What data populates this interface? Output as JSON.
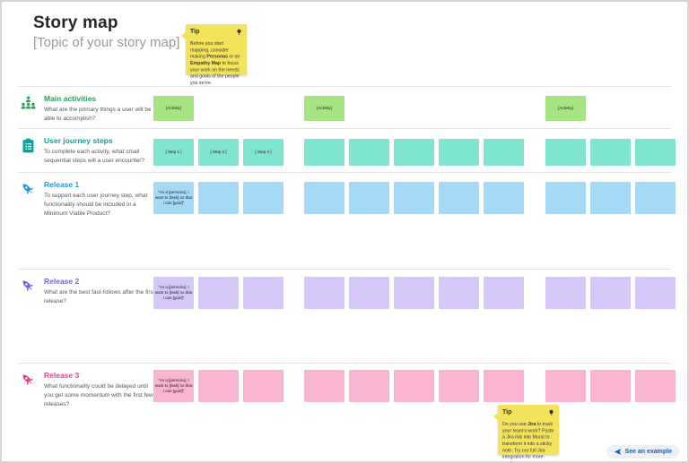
{
  "page": {
    "title": "Story map",
    "subtitle": "[Topic of your story map]"
  },
  "colors": {
    "tip_yellow": "#f2e35a",
    "accent_blue": "#1160c4",
    "divider": "#e2e2e2",
    "canvas_border": "#d6d6d6",
    "title_text": "#262626",
    "subtitle_text": "#9a9a9a",
    "desc_text": "#565656"
  },
  "icons": {
    "tip": "lightbulb-icon",
    "main_activities": "team-icon",
    "user_journey_steps": "clipboard-icon",
    "releases": "rocket-icon",
    "example_button": "paper-plane-icon"
  },
  "tips": {
    "top": {
      "label": "Tip",
      "segments": {
        "0": "Before you start mapping, consider making ",
        "1": "Personas",
        "2": " or an ",
        "3": "Empathy Map",
        "4": " to focus your work on the needs and goals of the people you serve."
      }
    },
    "bottom": {
      "label": "Tip",
      "segments": {
        "0": "Do you use ",
        "1": "Jira",
        "2": " to track your team's work? Paste a Jira link into Mural to transform it into a sticky note. Try our full Jira integration for more."
      }
    }
  },
  "example_button": {
    "label": "See an example"
  },
  "rows": [
    {
      "title": "Main activities",
      "description": "What are the primary things a user will be able to accomplish?",
      "icon": "team-icon",
      "title_color": "#21a15a",
      "note_color": "#a5e383",
      "groups": [
        [
          "[Activity]"
        ],
        [
          "[Activity]"
        ],
        [
          "[Activity]"
        ]
      ]
    },
    {
      "title": "User journey steps",
      "description": "To complete each activity, what small sequential steps will a user encounter?",
      "icon": "clipboard-icon",
      "title_color": "#0ba29a",
      "note_color": "#7fe4d0",
      "groups": [
        [
          "[ Step 1 ]",
          "[ Step 2 ]",
          "[ Step 3 ]"
        ],
        [
          "",
          "",
          "",
          "",
          ""
        ],
        [
          "",
          "",
          ""
        ]
      ]
    },
    {
      "title": "Release 1",
      "description": "To support each user journey step, what functionality should be included in a Minimum Viable Product?",
      "icon": "rocket-icon",
      "title_color": "#2496d8",
      "note_color": "#a5daf6",
      "groups": [
        [
          "“As a [persona], I want to [task] so that I can [goal]”",
          "",
          ""
        ],
        [
          "",
          "",
          "",
          "",
          ""
        ],
        [
          "",
          "",
          ""
        ]
      ]
    },
    {
      "title": "Release 2",
      "description": "What are the best fast-follows after the first release?",
      "icon": "rocket-icon",
      "title_color": "#7b5ed6",
      "note_color": "#d5c7f6",
      "groups": [
        [
          "“As a [persona], I want to [task] so that I can [goal]”",
          "",
          ""
        ],
        [
          "",
          "",
          "",
          "",
          ""
        ],
        [
          "",
          "",
          ""
        ]
      ]
    },
    {
      "title": "Release 3",
      "description": "What functionality could be delayed until you get some momentum with the first few releases?",
      "icon": "rocket-icon",
      "title_color": "#e2418f",
      "note_color": "#f9b4d2",
      "groups": [
        [
          "“As a [persona], I want to [task] so that I can [goal]”",
          "",
          ""
        ],
        [
          "",
          "",
          "",
          "",
          ""
        ],
        [
          "",
          "",
          ""
        ]
      ]
    }
  ]
}
